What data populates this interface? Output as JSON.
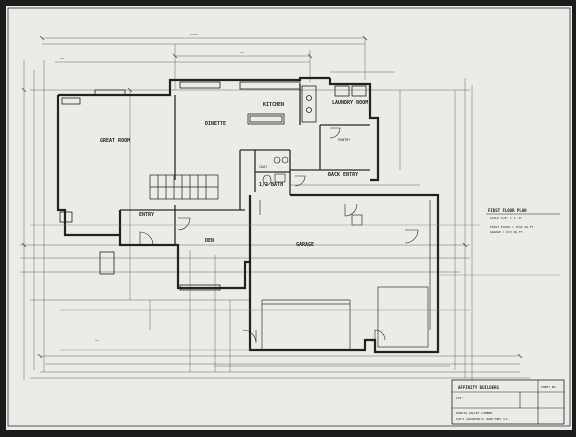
{
  "rooms": {
    "great_room": "GREAT ROOM",
    "dinette": "DINETTE",
    "kitchen": "KITCHEN",
    "laundry": "LAUNDRY ROOM",
    "back_entry": "BACK ENTRY",
    "bath": "1/2 BATH",
    "entry": "ENTRY",
    "den": "DEN",
    "garage": "GARAGE",
    "pantry": "PANTRY",
    "coat": "COAT"
  },
  "plan_title": {
    "title": "FIRST FLOOR PLAN",
    "scale": "SCALE 1/8\" = 1'-0\"",
    "area1": "FIRST FLOOR = 1544 SQ.FT.",
    "area2": "GARAGE = 672 SQ.FT."
  },
  "title_block": {
    "company": "AFFINITY BUILDERS",
    "lot": "LOT:",
    "lumber": "DAKOTA VALLEY LUMBER",
    "address": "1620 N. WASHINGTON ST. GRAND FORKS, N.D.",
    "sheet": "SHEET NO."
  },
  "colors": {
    "paper": "#ecebe8",
    "ink": "#222222",
    "frame": "#1c1c1c"
  }
}
